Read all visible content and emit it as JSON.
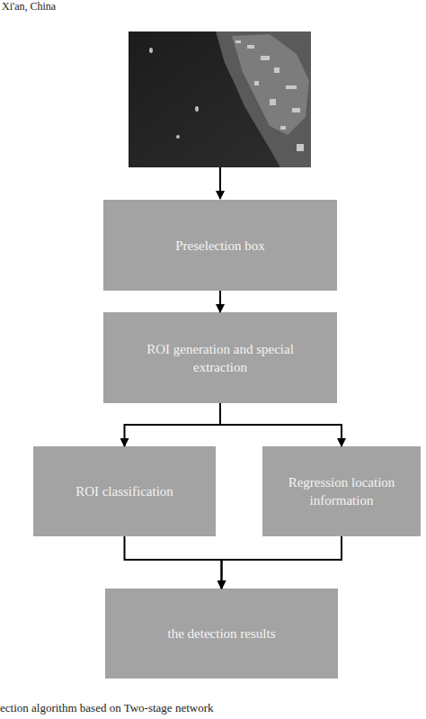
{
  "diagram": {
    "caption": "ection algorithm based on Two-stage network",
    "nodes": [
      {
        "text": [
          "Preselection box"
        ]
      },
      {
        "text": [
          "ROI generation and special extraction"
        ]
      },
      {
        "text": [
          "ROI classification"
        ]
      },
      {
        "text": [
          "Regression location information"
        ]
      },
      {
        "text": [
          "the detection results"
        ]
      }
    ],
    "edges": [
      {
        "from": 0,
        "to": 1,
        "arrow": "to"
      },
      {
        "from": 1,
        "to": 2,
        "arrow": "to"
      },
      {
        "from": 1,
        "to": 3,
        "arrow": "to"
      },
      {
        "from": 2,
        "to": 4,
        "arrow": "to"
      },
      {
        "from": 3,
        "to": 4,
        "arrow": "to"
      }
    ],
    "labels": [
      "Xi'an, China"
    ]
  }
}
